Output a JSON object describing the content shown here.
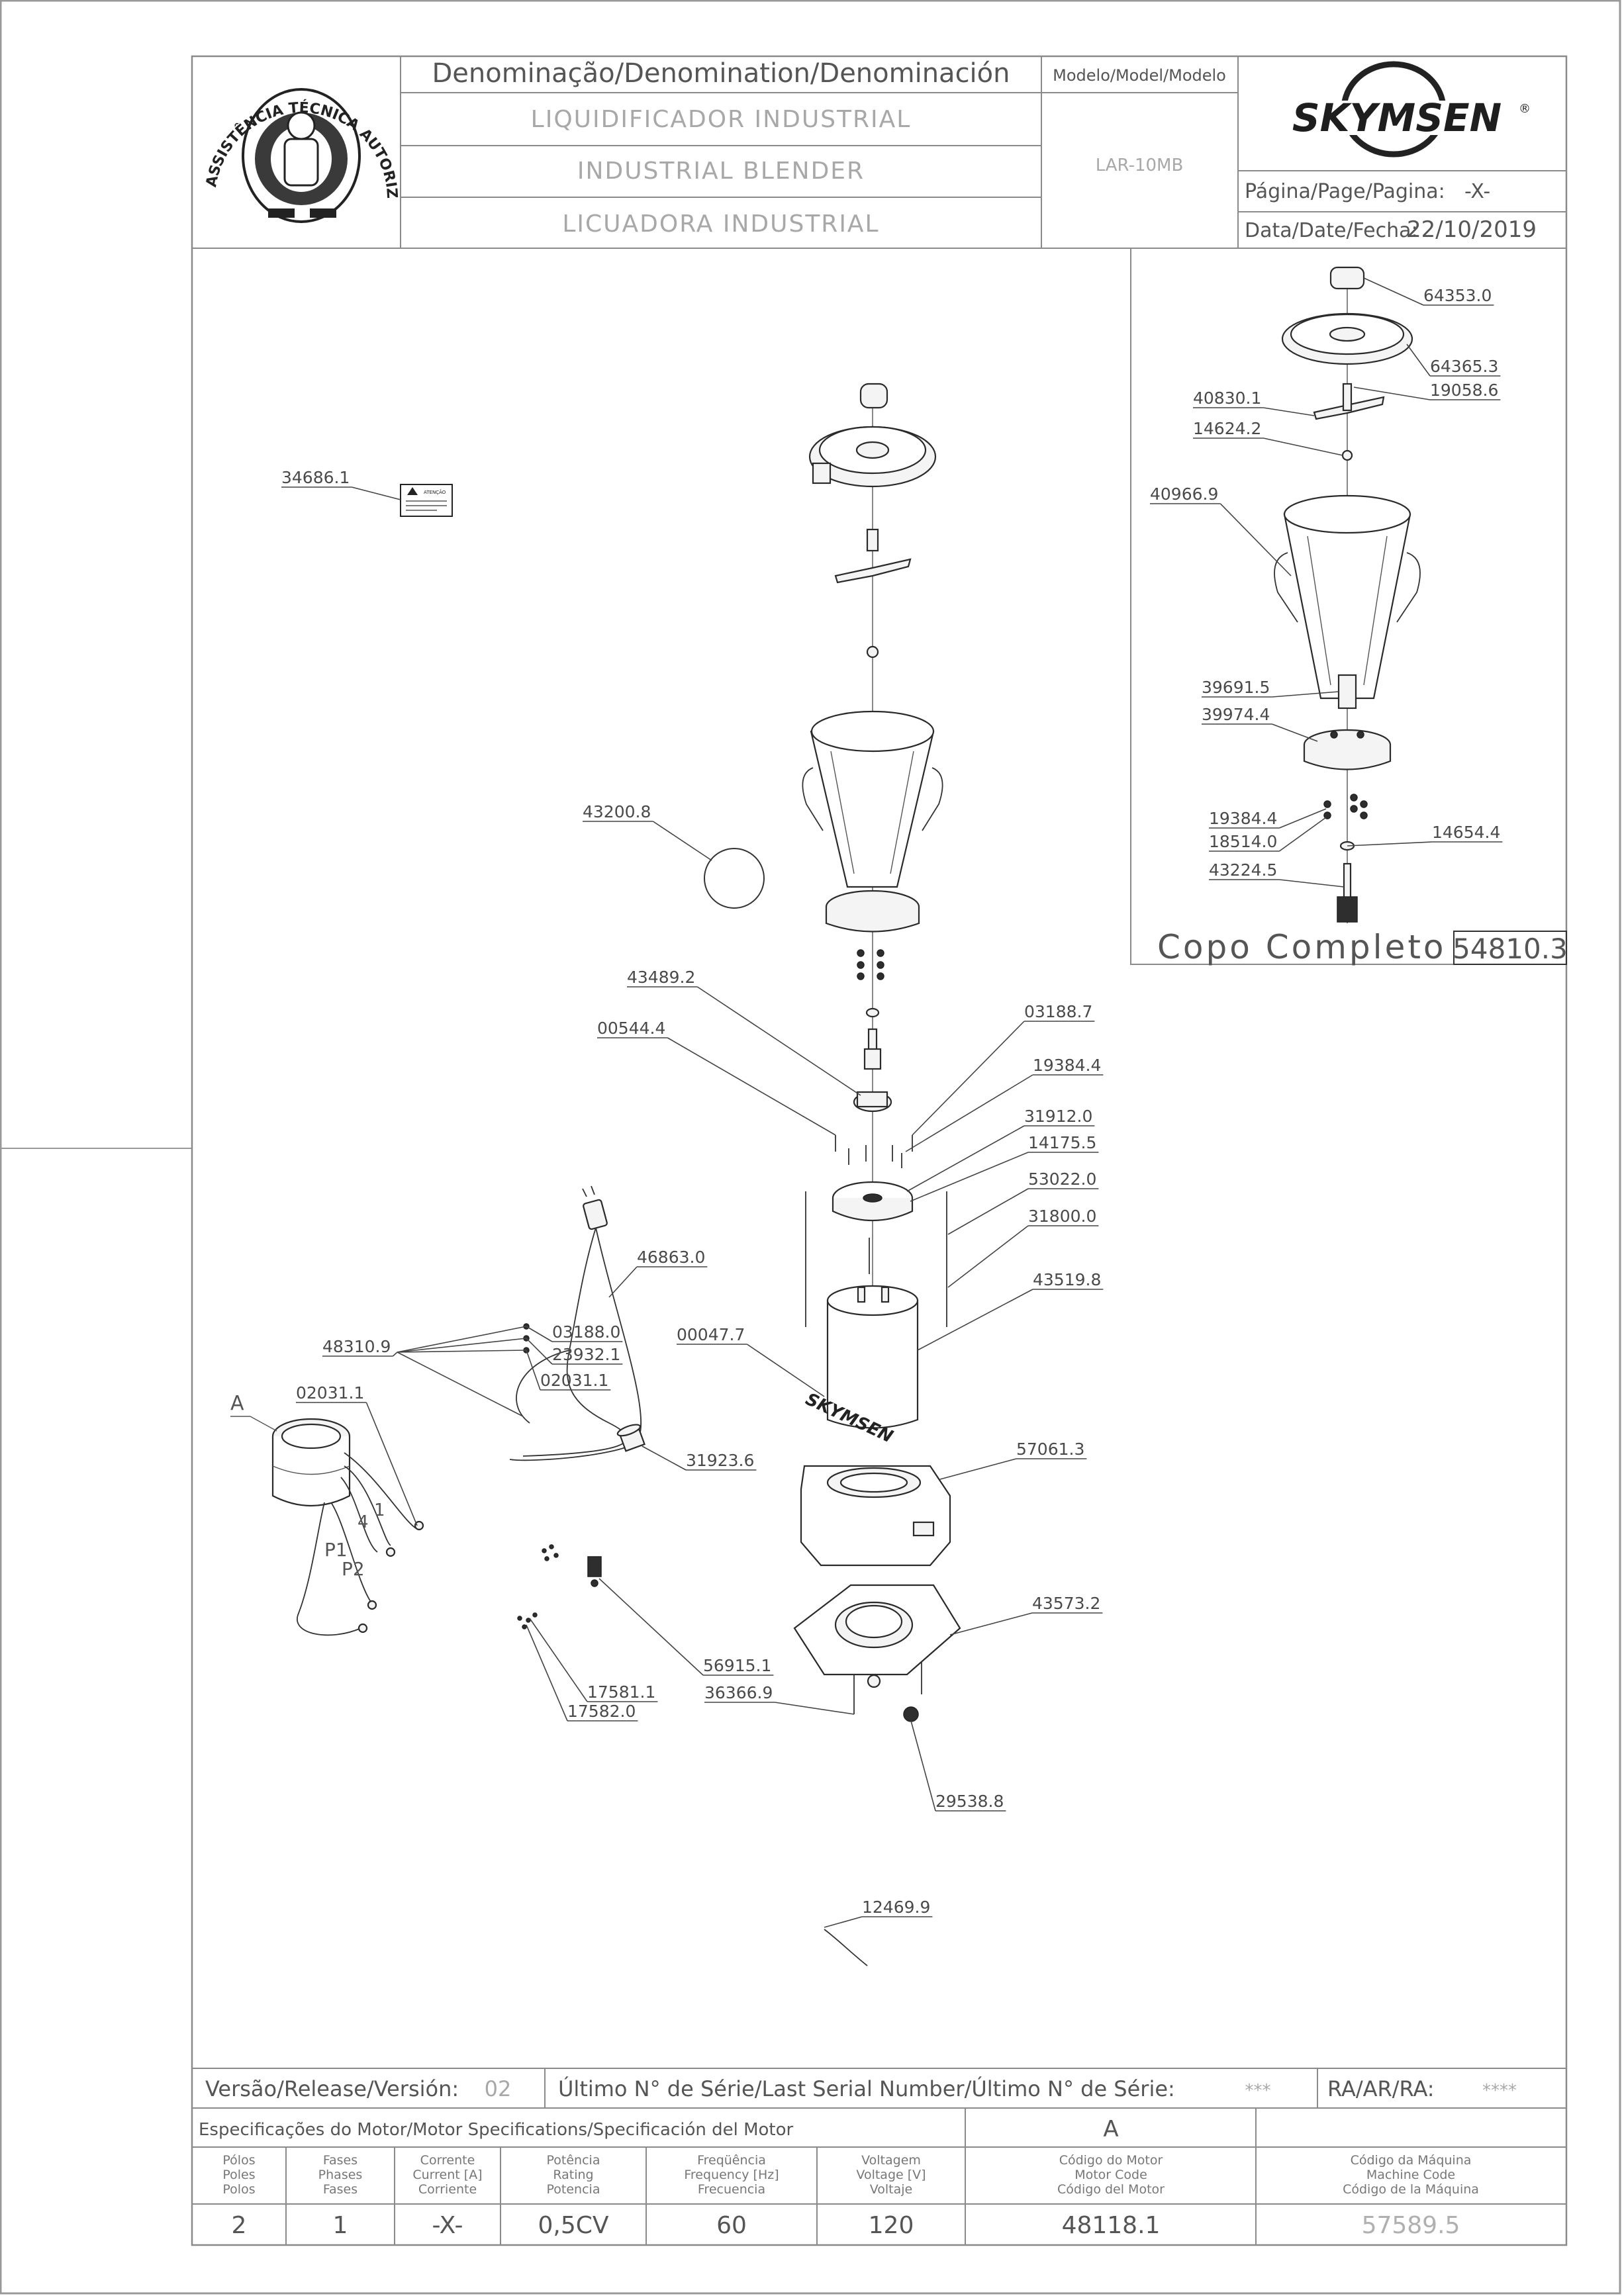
{
  "header": {
    "denomination_heading": "Denominação/Denomination/Denominación",
    "name_pt": "LIQUIDIFICADOR INDUSTRIAL",
    "name_en": "INDUSTRIAL BLENDER",
    "name_es": "LICUADORA INDUSTRIAL",
    "model_heading": "Modelo/Model/Modelo",
    "model_value": "LAR-10MB",
    "brand": "SKYMSEN",
    "brand_mark": "®",
    "page_label": "Página/Page/Pagina:",
    "page_value": "-X-",
    "date_label": "Data/Date/Fecha:",
    "date_value": "22/10/2019",
    "seal_text": "ASSISTÊNCIA TÉCNICA AUTORIZADA"
  },
  "inset": {
    "title": "Copo Completo",
    "code": "54810.3",
    "parts": [
      "64353.0",
      "64365.3",
      "19058.6",
      "40830.1",
      "14624.2",
      "40966.9",
      "39691.5",
      "39974.4",
      "19384.4",
      "18514.0",
      "14654.4",
      "43224.5"
    ]
  },
  "main_parts": [
    "34686.1",
    "43200.8",
    "43489.2",
    "00544.4",
    "03188.7",
    "19384.4",
    "31912.0",
    "14175.5",
    "53022.0",
    "31800.0",
    "46863.0",
    "43519.8",
    "48310.9",
    "03188.0",
    "23932.1",
    "02031.1",
    "00047.7",
    "02031.1",
    "31923.6",
    "57061.3",
    "43573.2",
    "56915.1",
    "17581.1",
    "36366.9",
    "17582.0",
    "29538.8",
    "12469.9"
  ],
  "motor_labels": {
    "group": "A",
    "w1": "1",
    "w4": "4",
    "p1": "P1",
    "p2": "P2"
  },
  "label_sticker_text": "ATENÇÃO",
  "footer": {
    "version_label": "Versão/Release/Versión:",
    "version_value": "02",
    "serial_label": "Último N° de Série/Last Serial Number/Último N° de Série:",
    "serial_value": "***",
    "ra_label": "RA/AR/RA:",
    "ra_value": "****",
    "motor_spec_label": "Especificações do Motor/Motor Specifications/Specificación del Motor",
    "motor_group": "A",
    "columns": [
      {
        "l1": "Pólos",
        "l2": "Poles",
        "l3": "Polos",
        "value": "2"
      },
      {
        "l1": "Fases",
        "l2": "Phases",
        "l3": "Fases",
        "value": "1"
      },
      {
        "l1": "Corrente",
        "l2": "Current [A]",
        "l3": "Corriente",
        "value": "-X-"
      },
      {
        "l1": "Potência",
        "l2": "Rating",
        "l3": "Potencia",
        "value": "0,5CV"
      },
      {
        "l1": "Freqüência",
        "l2": "Frequency [Hz]",
        "l3": "Frecuencia",
        "value": "60"
      },
      {
        "l1": "Voltagem",
        "l2": "Voltage [V]",
        "l3": "Voltaje",
        "value": "120"
      },
      {
        "l1": "Código do Motor",
        "l2": "Motor Code",
        "l3": "Código del Motor",
        "value": "48118.1"
      },
      {
        "l1": "Código da Máquina",
        "l2": "Machine Code",
        "l3": "Código de la Máquina",
        "value": "57589.5"
      }
    ]
  }
}
